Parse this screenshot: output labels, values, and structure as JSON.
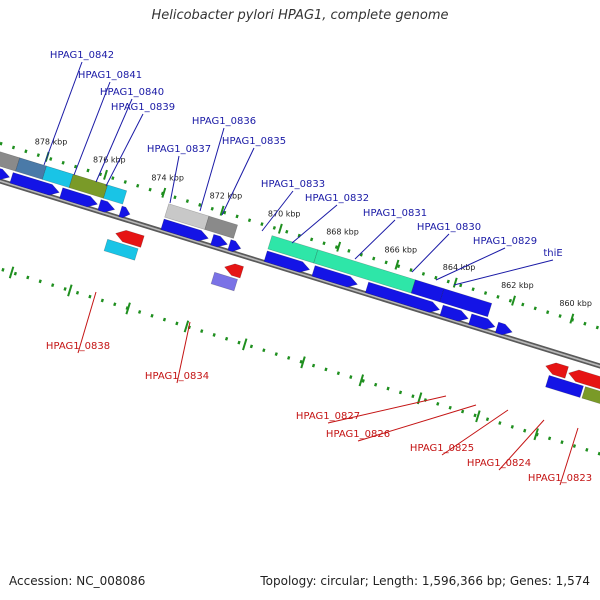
{
  "title": "Helicobacter pylori HPAG1, complete genome",
  "accession_text": "Accession: NC_008086",
  "summary_text": "Topology: circular; Length: 1,596,366 bp; Genes: 1,574",
  "colors": {
    "axis": "#7a7a7a",
    "tick": "#1f8f1f",
    "forward_label": "#1a1aa6",
    "reverse_label": "#c41414",
    "cds_blue": "#1414e6",
    "cds_red": "#e61414",
    "cds_cyan": "#19c4e6",
    "cds_teal": "#2ee6a8",
    "cds_olive": "#7a9a28",
    "cds_grey": "#8a8a8a",
    "cds_lightgrey": "#c8c8c8",
    "cds_lavender": "#7a72e6",
    "cds_slate": "#4a7aa8"
  },
  "kbp_labels": [
    "878 kbp",
    "876 kbp",
    "874 kbp",
    "872 kbp",
    "870 kbp",
    "868 kbp",
    "866 kbp",
    "864 kbp",
    "862 kbp",
    "860 kbp"
  ],
  "forward_gene_labels": [
    "HPAG1_0842",
    "HPAG1_0841",
    "HPAG1_0840",
    "HPAG1_0839",
    "HPAG1_0837",
    "HPAG1_0836",
    "HPAG1_0835",
    "HPAG1_0833",
    "HPAG1_0832",
    "HPAG1_0831",
    "HPAG1_0830",
    "HPAG1_0829",
    "thiE"
  ],
  "reverse_gene_labels": [
    "HPAG1_0838",
    "HPAG1_0834",
    "HPAG1_0827",
    "HPAG1_0826",
    "HPAG1_0825",
    "HPAG1_0824",
    "HPAG1_0823"
  ]
}
